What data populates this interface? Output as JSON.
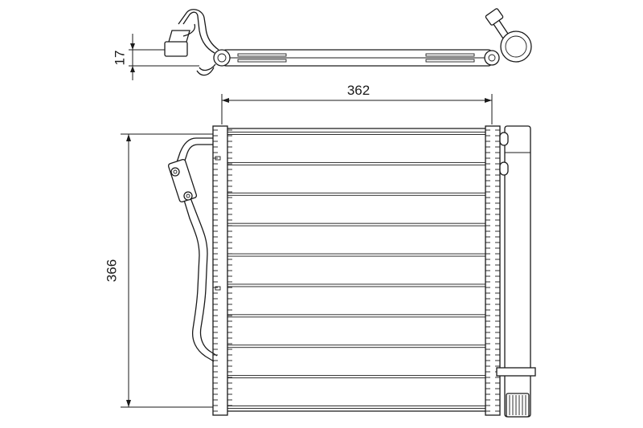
{
  "dimensions": {
    "top_view_thickness": "17",
    "width": "362",
    "height": "366"
  },
  "colors": {
    "line": "#1a1a1a",
    "background": "#ffffff"
  }
}
